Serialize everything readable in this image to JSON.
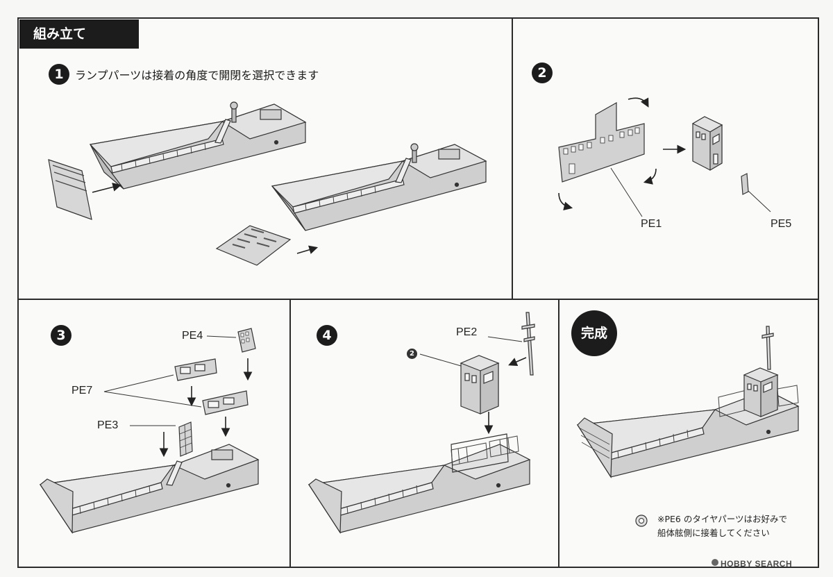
{
  "header": {
    "title": "組み立て"
  },
  "step1": {
    "num": "1",
    "text": "ランプパーツは接着の角度で開閉を選択できます"
  },
  "step2": {
    "num": "2",
    "labels": {
      "pe1": "PE1",
      "pe5": "PE5"
    }
  },
  "step3": {
    "num": "3",
    "labels": {
      "pe4": "PE4",
      "pe7": "PE7",
      "pe3": "PE3"
    }
  },
  "step4": {
    "num": "4",
    "labels": {
      "pe2": "PE2",
      "ref": "2"
    }
  },
  "complete": {
    "badge": "完成",
    "note_line1": "※PE6 のタイヤパーツはお好みで",
    "note_line2": "船体舷側に接着してください"
  },
  "watermark": "HOBBY SEARCH"
}
